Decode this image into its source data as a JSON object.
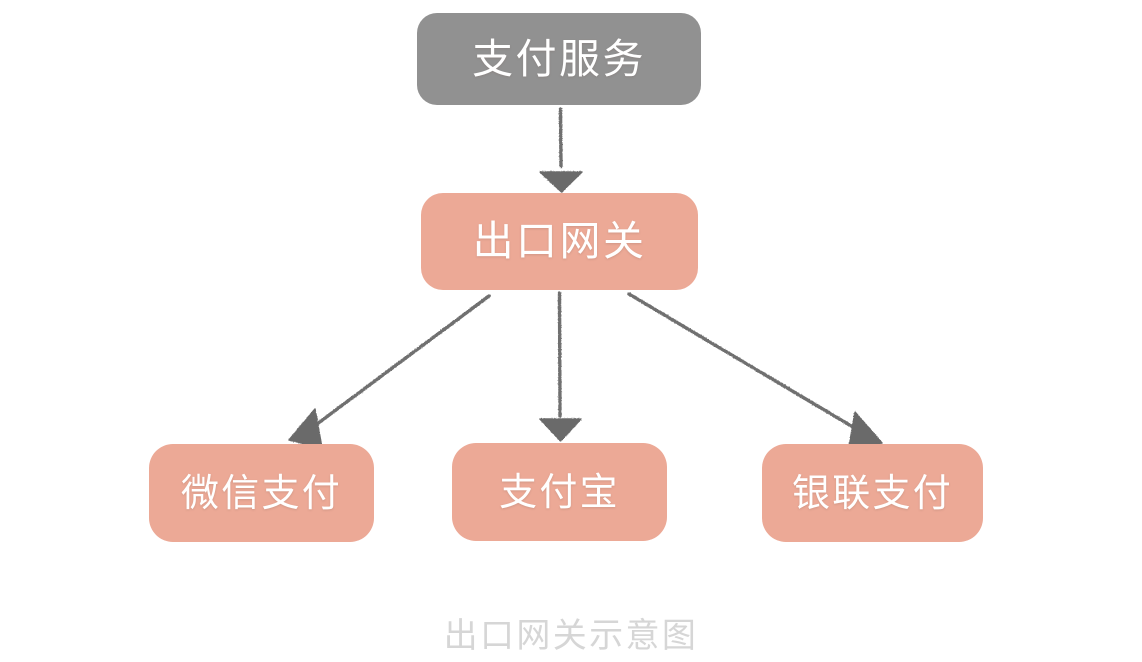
{
  "diagram": {
    "title": "出口网关示意图",
    "background_color": "#ffffff",
    "caption_color": "#d6d6d6",
    "nodes": [
      {
        "id": "payment-service",
        "label": "支付服务",
        "fill": "#919191",
        "text_color": "#ffffff",
        "role": "source-service"
      },
      {
        "id": "egress-gateway",
        "label": "出口网关",
        "fill": "#eca996",
        "text_color": "#ffffff",
        "role": "gateway"
      },
      {
        "id": "wechat-pay",
        "label": "微信支付",
        "fill": "#eca996",
        "text_color": "#ffffff",
        "role": "external-provider"
      },
      {
        "id": "alipay",
        "label": "支付宝",
        "fill": "#eca996",
        "text_color": "#ffffff",
        "role": "external-provider"
      },
      {
        "id": "unionpay",
        "label": "银联支付",
        "fill": "#eca996",
        "text_color": "#ffffff",
        "role": "external-provider"
      }
    ],
    "edges": [
      {
        "id": "edge-service-to-gateway",
        "from": "payment-service",
        "to": "egress-gateway",
        "color": "#6f6f6f",
        "arrowhead": "filled-triangle"
      },
      {
        "id": "edge-gateway-to-wechat",
        "from": "egress-gateway",
        "to": "wechat-pay",
        "color": "#6f6f6f",
        "arrowhead": "filled-triangle"
      },
      {
        "id": "edge-gateway-to-alipay",
        "from": "egress-gateway",
        "to": "alipay",
        "color": "#6f6f6f",
        "arrowhead": "filled-triangle"
      },
      {
        "id": "edge-gateway-to-unionpay",
        "from": "egress-gateway",
        "to": "unionpay",
        "color": "#6f6f6f",
        "arrowhead": "filled-triangle"
      }
    ]
  }
}
